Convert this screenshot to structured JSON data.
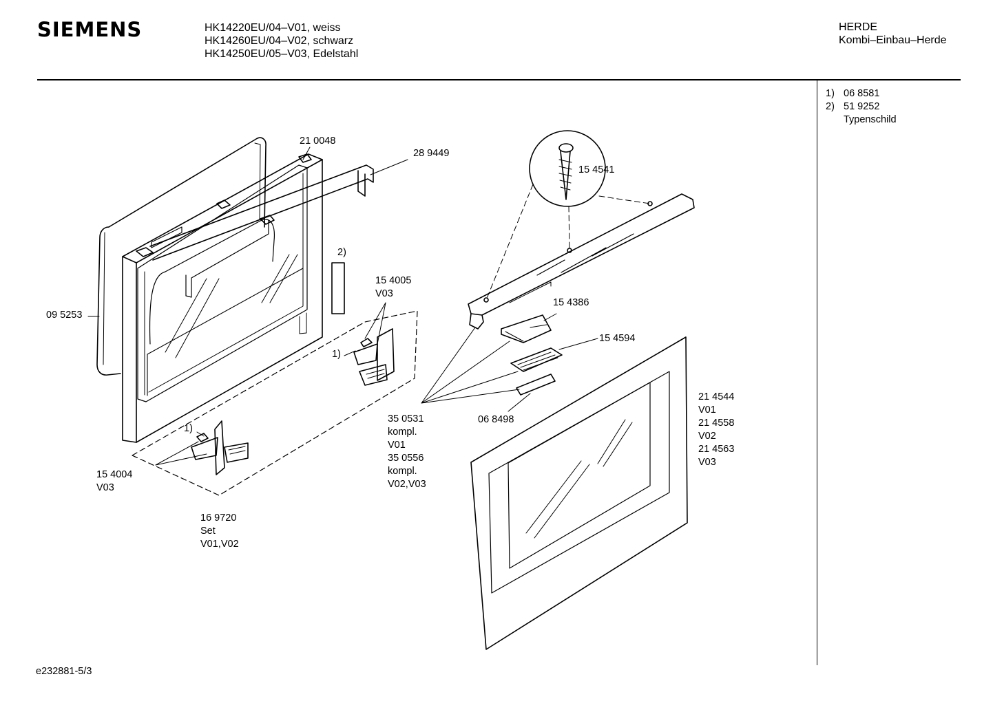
{
  "header": {
    "brand": "SIEMENS",
    "models": [
      "HK14220EU/04–V01, weiss",
      "HK14260EU/04–V02, schwarz",
      "HK14250EU/05–V03, Edelstahl"
    ],
    "category": "HERDE",
    "subcategory": "Kombi–Einbau–Herde"
  },
  "notes": [
    {
      "marker": "1)",
      "text": "06 8581"
    },
    {
      "marker": "2)",
      "text": "51 9252"
    },
    {
      "marker": "",
      "text": "Typenschild"
    }
  ],
  "parts": {
    "p210048": "21 0048",
    "p289449": "28 9449",
    "p095253": "09 5253",
    "note2": "2)",
    "p154005": [
      "15 4005",
      "V03"
    ],
    "p154541": "15 4541",
    "p154386": "15 4386",
    "p154594": "15 4594",
    "p068498": "06 8498",
    "note1a": "1)",
    "note1b": "1)",
    "p154004": [
      "15 4004",
      "V03"
    ],
    "p169720": [
      "16 9720",
      "Set",
      "V01,V02"
    ],
    "p350531": [
      "35 0531",
      "kompl.",
      "V01",
      "35 0556",
      "kompl.",
      "V02,V03"
    ],
    "p214544": [
      "21 4544",
      "V01",
      "21 4558",
      "V02",
      "21 4563",
      "V03"
    ]
  },
  "footer": {
    "doc_id": "e232881-5/3"
  }
}
